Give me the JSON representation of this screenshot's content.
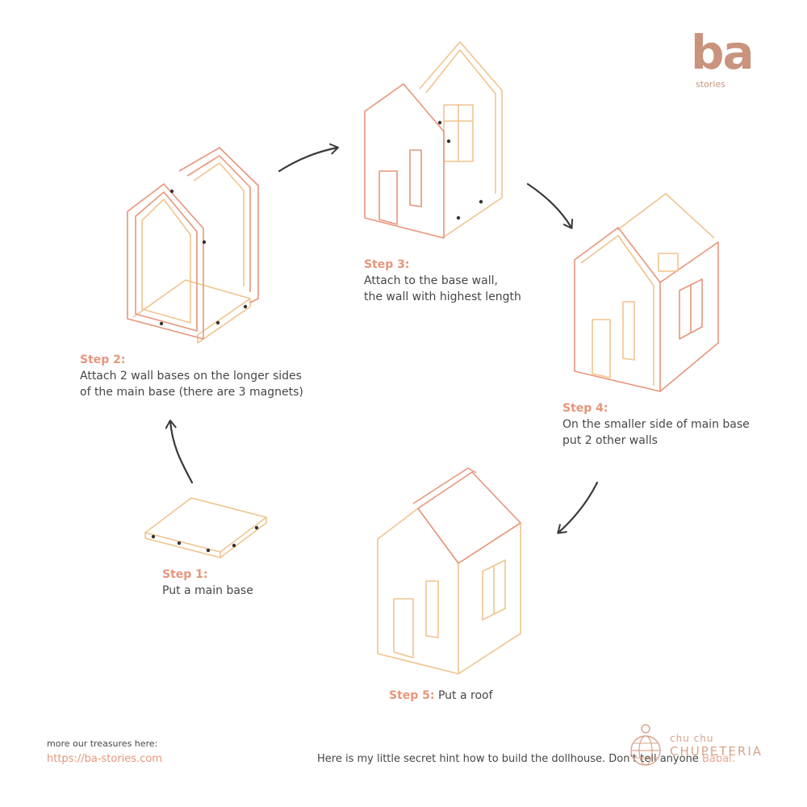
{
  "brand": {
    "logo_main": "ba",
    "logo_sub": "stories"
  },
  "steps": [
    {
      "label": "Step 1:",
      "text": "Put a main base"
    },
    {
      "label": "Step 2:",
      "text": "Attach 2 wall bases on the longer sides\nof the main base (there are 3 magnets)"
    },
    {
      "label": "Step 3:",
      "text": "Attach to the base wall,\nthe wall with highest length"
    },
    {
      "label": "Step 4:",
      "text": "On the smaller side of main base\nput 2 other walls"
    },
    {
      "label": "Step 5:",
      "text": "Put a roof"
    }
  ],
  "footer": {
    "treasures": "more our treasures here:",
    "link": "https://ba-stories.com",
    "hint": "Here is my little secret hint how to build the dollhouse. Don't tell anyone",
    "hint_end": "Babal."
  },
  "partner": {
    "line1": "chu chu",
    "line2": "CHUPETERIA"
  },
  "colors": {
    "accent": "#e8957a",
    "wood": "#f0c48e",
    "text": "#4a4545",
    "arrow": "#3a3a3a",
    "logo": "#c9937e"
  }
}
